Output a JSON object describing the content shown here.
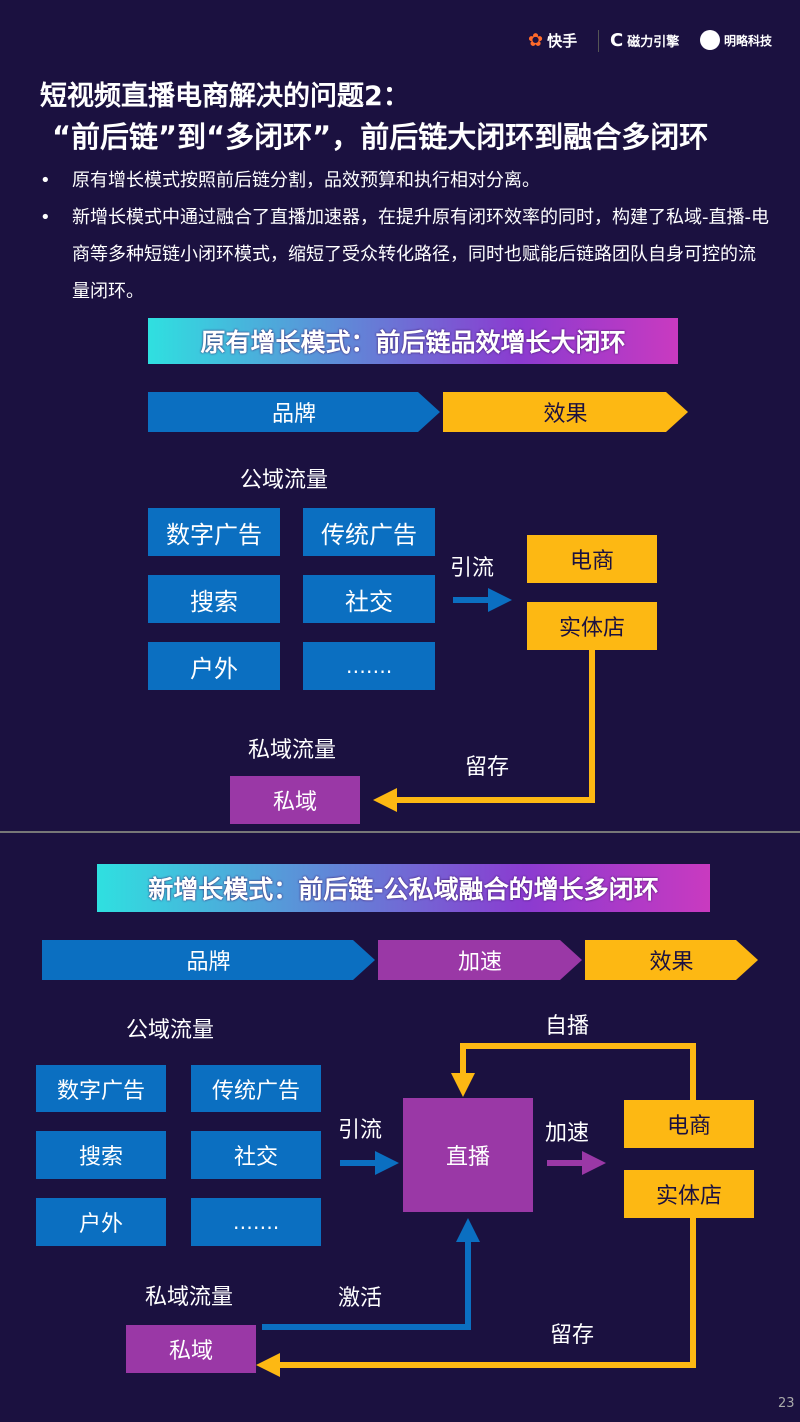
{
  "header": {
    "logos": [
      "快手",
      "磁力引擎",
      "明略科技"
    ]
  },
  "title": {
    "line1": "短视频直播电商解决的问题2：",
    "line2": "“前后链”到“多闭环”，前后链大闭环到融合多闭环"
  },
  "bullets": [
    "原有增长模式按照前后链分割，品效预算和执行相对分离。",
    "新增长模式中通过融合了直播加速器，在提升原有闭环效率的同时，构建了私域-直播-电商等多种短链小闭环模式，缩短了受众转化路径，同时也赋能后链路团队自身可控的流量闭环。"
  ],
  "old": {
    "banner": "原有增长模式：前后链品效增长大闭环",
    "brand": "品牌",
    "effect": "效果",
    "public_label": "公域流量",
    "channels": [
      "数字广告",
      "传统广告",
      "搜索",
      "社交",
      "户外",
      "……."
    ],
    "guide": "引流",
    "ecommerce": "电商",
    "store": "实体店",
    "private_label": "私域流量",
    "private": "私域",
    "retain": "留存"
  },
  "new": {
    "banner": "新增长模式：前后链-公私域融合的增长多闭环",
    "brand": "品牌",
    "accel": "加速",
    "effect": "效果",
    "public_label": "公域流量",
    "self_broadcast": "自播",
    "channels": [
      "数字广告",
      "传统广告",
      "搜索",
      "社交",
      "户外",
      "……."
    ],
    "guide": "引流",
    "live": "直播",
    "accel2": "加速",
    "ecommerce": "电商",
    "store": "实体店",
    "private_label": "私域流量",
    "activate": "激活",
    "private": "私域",
    "retain": "留存"
  },
  "page_number": "23",
  "colors": {
    "background": "#1b1140",
    "blue": "#0b6fc1",
    "yellow": "#fdb813",
    "purple": "#9a38a6"
  }
}
